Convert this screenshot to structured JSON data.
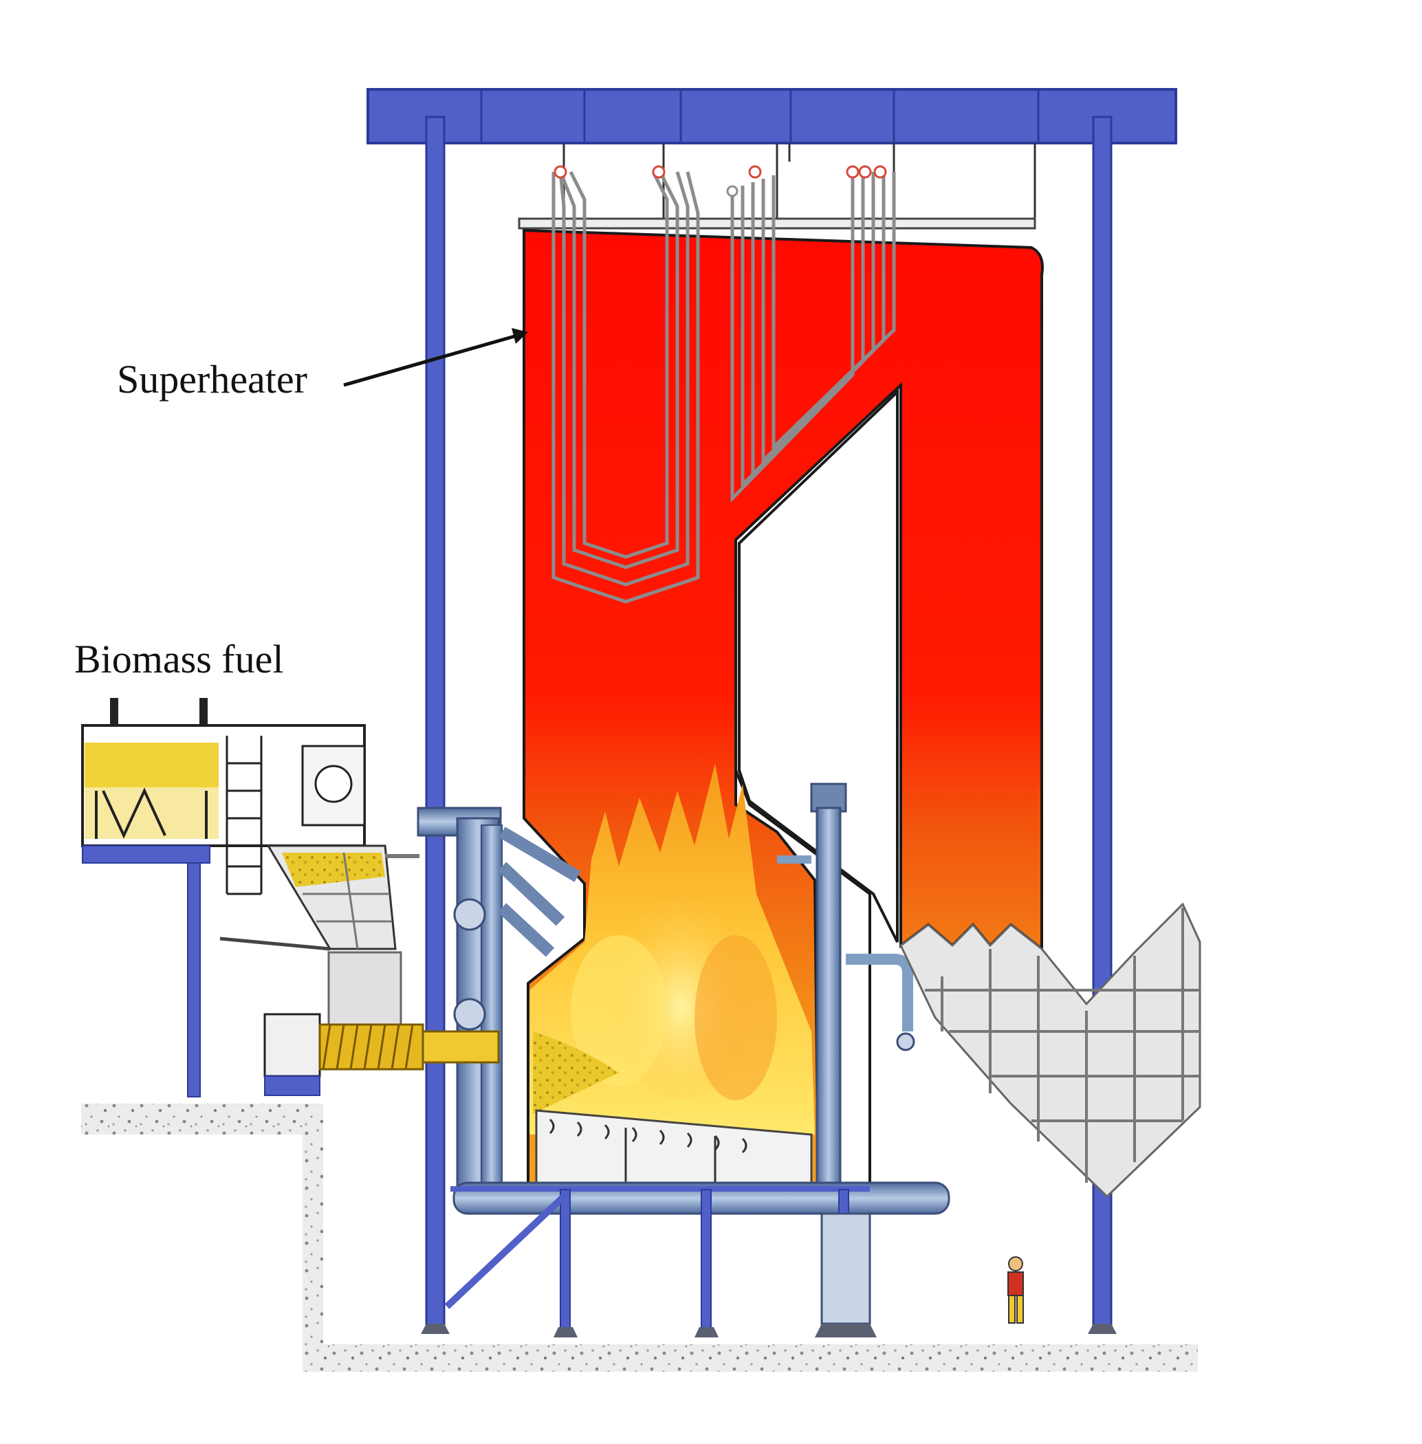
{
  "labels": {
    "superheater": "Superheater",
    "biomass_fuel": "Biomass fuel"
  },
  "colors": {
    "steel_blue": "#5060c8",
    "steel_blue_dark": "#2c3a9a",
    "furnace_red": "#ff0a00",
    "flame_orange": "#f58a1a",
    "flame_yellow": "#ffe35a",
    "tube_grey": "#8c8c8c",
    "pipe_blue": "#7f9ec4",
    "ground": "#e4e4e4",
    "fuel_yellow": "#f0d020"
  },
  "components": [
    "steel-frame",
    "top-support-beam",
    "furnace-chamber",
    "superheater-tubes",
    "flame",
    "second-pass",
    "ash-hopper",
    "biomass-feeder",
    "screw-conveyor",
    "grate",
    "downcomer-pipes",
    "bottom-header",
    "ground-foundation",
    "person-scale-figure"
  ]
}
